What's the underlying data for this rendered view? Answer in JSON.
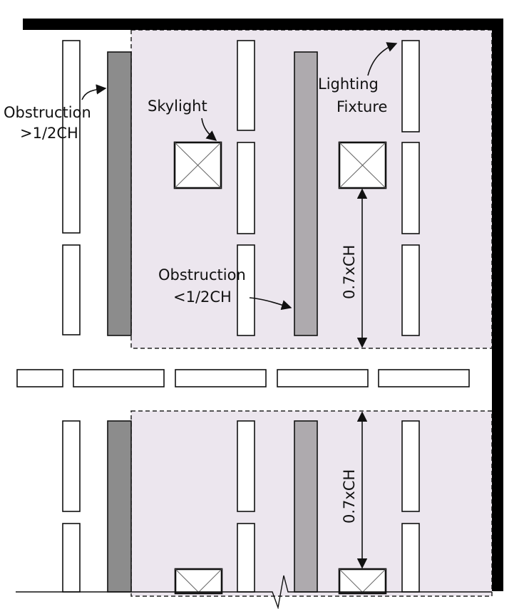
{
  "labels": {
    "obstruction_large_line1": "Obstruction",
    "obstruction_large_line2": ">1/2CH",
    "skylight": "Skylight",
    "lighting_fixture_line1": "Lighting",
    "lighting_fixture_line2": "Fixture",
    "obstruction_small_line1": "Obstruction",
    "obstruction_small_line2": "<1/2CH",
    "dimension_upper": "0.7xCH",
    "dimension_lower": "0.7xCH"
  },
  "colors": {
    "zone_fill": "#ece6ee",
    "obstruction_large": "#8c8c8c",
    "obstruction_small": "#aeaaae",
    "wall": "#000000"
  }
}
